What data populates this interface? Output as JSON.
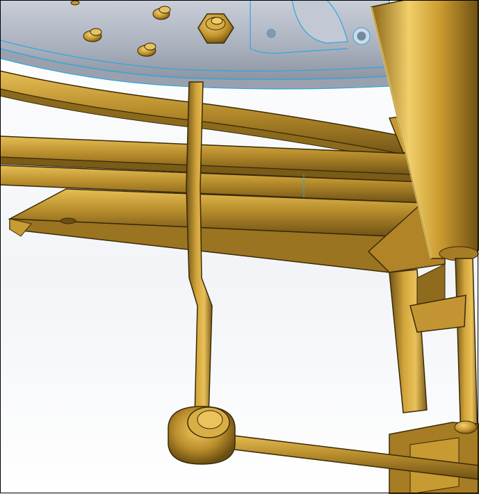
{
  "viewport": {
    "background_top": "#ffffff",
    "background_bottom": "#dde2ea",
    "border_color": "#000000"
  },
  "parts": {
    "frame_rail": {
      "name": "frame-rail",
      "color": "#aeb5c2",
      "edge_color": "#2fa6e0"
    },
    "leaf_spring_upper": {
      "name": "leaf-spring-upper",
      "color": "#b38a2c"
    },
    "leaf_spring_lower": {
      "name": "leaf-spring-lower",
      "color": "#b38a2c"
    },
    "spring_plate": {
      "name": "spring-plate",
      "color": "#b5892a"
    },
    "sway_bar_link": {
      "name": "sway-bar-end-link",
      "color": "#b38a2c"
    },
    "link_bushing": {
      "name": "link-bushing",
      "color": "#c2962f"
    },
    "sway_bar": {
      "name": "sway-bar",
      "color": "#b38a2c"
    },
    "shock_absorber": {
      "name": "shock-absorber",
      "color": "#c7982c"
    },
    "mount_bracket": {
      "name": "mount-bracket",
      "color": "#a9802a"
    },
    "studs": {
      "name": "frame-studs",
      "color": "#c9982e"
    }
  },
  "accent_colors": {
    "gold_light": "#e2b94a",
    "gold_mid": "#b48a2b",
    "gold_dark": "#6e5214",
    "outline": "#3a2a06"
  }
}
